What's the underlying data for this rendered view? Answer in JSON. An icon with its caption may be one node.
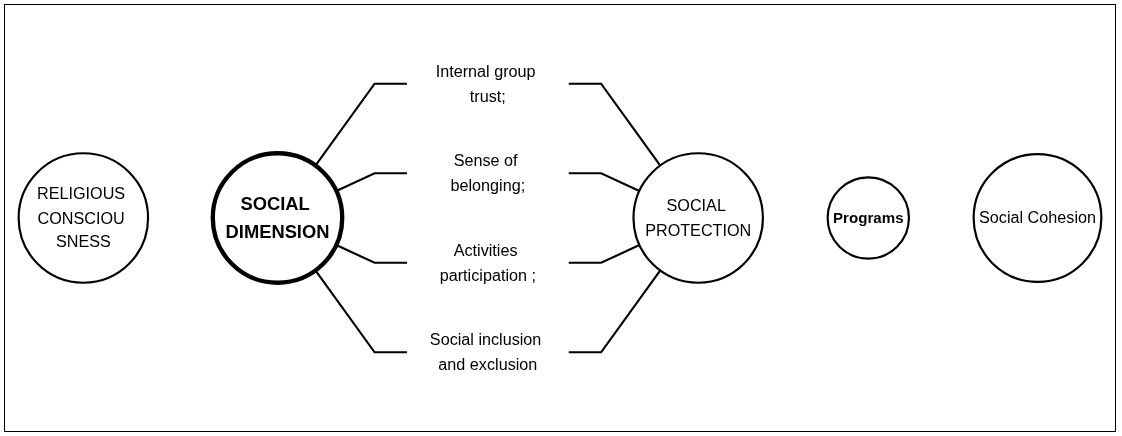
{
  "diagram": {
    "nodes": [
      {
        "text": [
          "RELIGIOUS CONSCIOU SNESS"
        ]
      },
      {
        "text": [
          "SOCIAL DIMENSION"
        ]
      },
      {
        "text": [
          "Internal group trust;"
        ]
      },
      {
        "text": [
          "Sense of belonging;"
        ]
      },
      {
        "text": [
          "Activities participation ;"
        ]
      },
      {
        "text": [
          "Social inclusion and exclusion"
        ]
      },
      {
        "text": [
          "SOCIAL PROTECTION"
        ]
      },
      {
        "text": [
          "Programs"
        ]
      },
      {
        "text": [
          "Social Cohesion"
        ]
      }
    ],
    "edges": [
      {
        "from": 1,
        "to": 2,
        "arrow": "none"
      },
      {
        "from": 1,
        "to": 3,
        "arrow": "none"
      },
      {
        "from": 1,
        "to": 4,
        "arrow": "none"
      },
      {
        "from": 1,
        "to": 5,
        "arrow": "none"
      },
      {
        "from": 2,
        "to": 6,
        "arrow": "none"
      },
      {
        "from": 3,
        "to": 6,
        "arrow": "none"
      },
      {
        "from": 4,
        "to": 6,
        "arrow": "none"
      },
      {
        "from": 5,
        "to": 6,
        "arrow": "none"
      }
    ]
  }
}
